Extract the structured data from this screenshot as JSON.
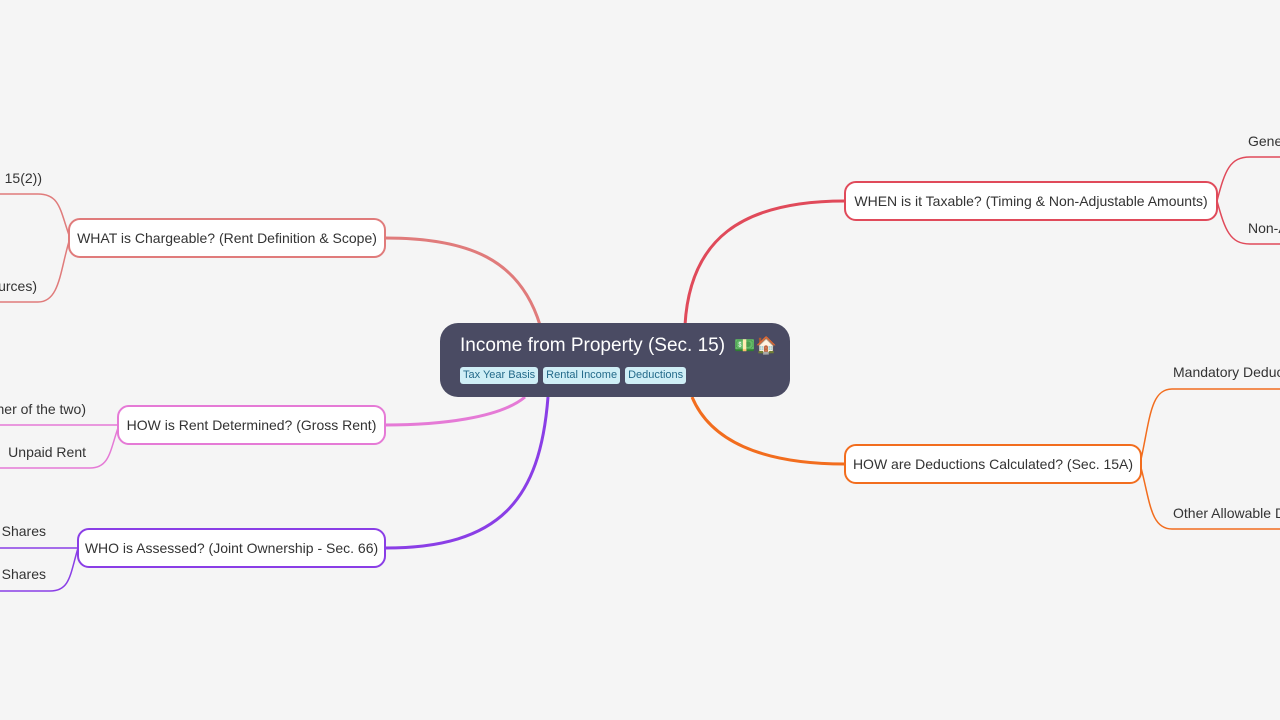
{
  "root": {
    "title": "Income from Property (Sec. 15)",
    "icons": "💵🏠",
    "tags": [
      "Tax Year Basis",
      "Rental Income",
      "Deductions"
    ]
  },
  "branches": {
    "what": {
      "label": "WHAT is Chargeable? (Rent Definition & Scope)",
      "color": "#e07b7b",
      "leaves": [
        "15(2))",
        "ources)"
      ]
    },
    "how_rent": {
      "label": "HOW is Rent Determined? (Gross Rent)",
      "color": "#e57ad6",
      "leaves": [
        "her of the two)",
        "Unpaid Rent"
      ]
    },
    "who": {
      "label": "WHO is Assessed? (Joint Ownership - Sec. 66)",
      "color": "#8a3ee6",
      "leaves": [
        "e Shares",
        "e Shares"
      ]
    },
    "when": {
      "label": "WHEN is it Taxable? (Timing & Non-Adjustable Amounts)",
      "color": "#e04a5a",
      "leaves": [
        "Gene",
        "Non-A"
      ]
    },
    "how_deductions": {
      "label": "HOW are Deductions Calculated? (Sec. 15A)",
      "color": "#f26d1e",
      "leaves": [
        "Mandatory Deduct",
        "Other Allowable D"
      ]
    }
  }
}
